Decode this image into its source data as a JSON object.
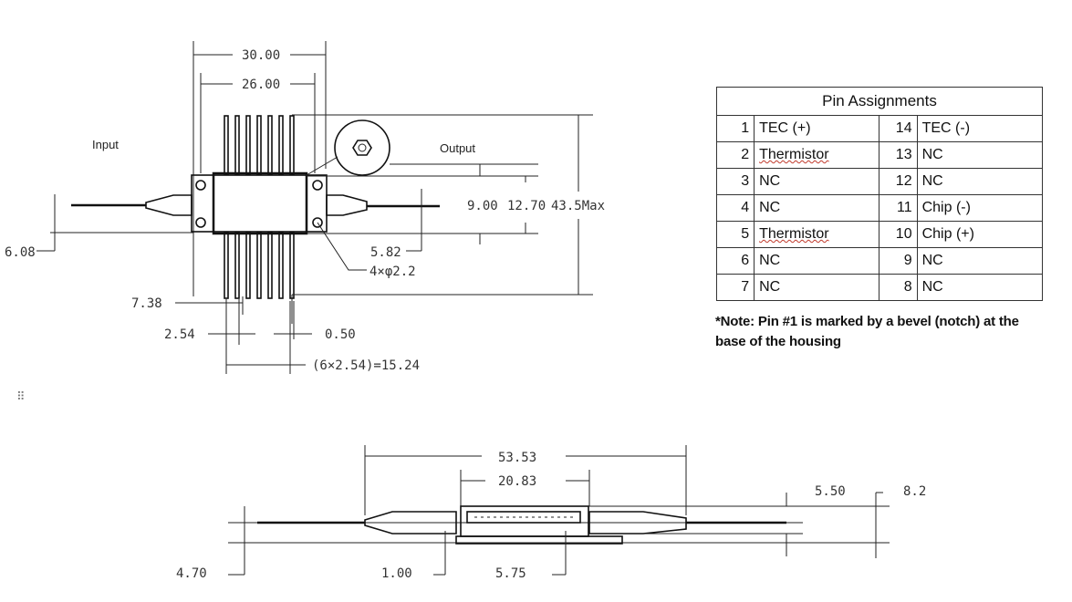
{
  "top_view": {
    "input_label": "Input",
    "output_label": "Output",
    "dims": {
      "width_outer": "30.00",
      "width_inner": "26.00",
      "height_9": "9.00",
      "height_12": "12.70",
      "length_max": "43.5Max",
      "offset_608": "6.08",
      "offset_582": "5.82",
      "holes": "4×φ2.2",
      "offset_738": "7.38",
      "pitch": "2.54",
      "pin_width": "0.50",
      "pin_span": "(6×2.54)=15.24"
    }
  },
  "pin_table": {
    "title": "Pin Assignments",
    "rows": [
      {
        "l_num": "1",
        "l_name": "TEC (+)",
        "r_num": "14",
        "r_name": "TEC (-)"
      },
      {
        "l_num": "2",
        "l_name": "Thermistor",
        "r_num": "13",
        "r_name": "NC"
      },
      {
        "l_num": "3",
        "l_name": "NC",
        "r_num": "12",
        "r_name": "NC"
      },
      {
        "l_num": "4",
        "l_name": "NC",
        "r_num": "11",
        "r_name": "Chip (-)"
      },
      {
        "l_num": "5",
        "l_name": "Thermistor",
        "r_num": "10",
        "r_name": "Chip (+)"
      },
      {
        "l_num": "6",
        "l_name": "NC",
        "r_num": "9",
        "r_name": "NC"
      },
      {
        "l_num": "7",
        "l_name": "NC",
        "r_num": "8",
        "r_name": "NC"
      }
    ],
    "note": "*Note: Pin #1 is marked by a bevel (notch) at the base of the housing"
  },
  "side_view": {
    "dims": {
      "total": "53.53",
      "body": "20.83",
      "h_550": "5.50",
      "h_82": "8.2",
      "h_470": "4.70",
      "h_100": "1.00",
      "h_575": "5.75"
    }
  },
  "handle_glyph": "⠿"
}
